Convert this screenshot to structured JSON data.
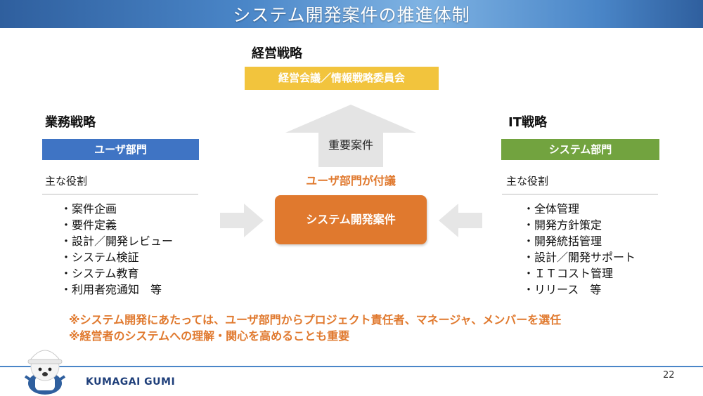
{
  "slide": {
    "title": "システム開発案件の推進体制",
    "page_number": "22",
    "company_name": "KUMAGAI GUMI"
  },
  "management": {
    "title": "経営戦略",
    "body_label": "経営会議／情報戦略委員会",
    "arrow_label": "重要案件"
  },
  "business": {
    "title": "業務戦略",
    "dept_label": "ユーザ部門",
    "roles_heading": "主な役割",
    "roles": [
      "・案件企画",
      "・要件定義",
      "・設計／開発レビュー",
      "・システム検証",
      "・システム教育",
      "・利用者宛通知　等"
    ]
  },
  "it": {
    "title": "IT戦略",
    "dept_label": "システム部門",
    "roles_heading": "主な役割",
    "roles": [
      "・全体管理",
      "・開発方針策定",
      "・開発統括管理",
      "・設計／開発サポート",
      "・ＩＴコスト管理",
      "・リリース　等"
    ]
  },
  "center": {
    "assign_label": "ユーザ部門が付議",
    "box_label": "システム開発案件"
  },
  "notes": [
    "※システム開発にあたっては、ユーザ部門からプロジェクト責任者、マネージャ、メンバーを選任",
    "※経営者のシステムへの理解・関心を高めることも重要"
  ],
  "colors": {
    "header_blue": "#3f74b8",
    "management_yellow": "#f2c43d",
    "business_blue": "#3f74c4",
    "it_green": "#72a33f",
    "center_orange": "#e0792e",
    "arrow_gray": "#e4e4e4"
  }
}
